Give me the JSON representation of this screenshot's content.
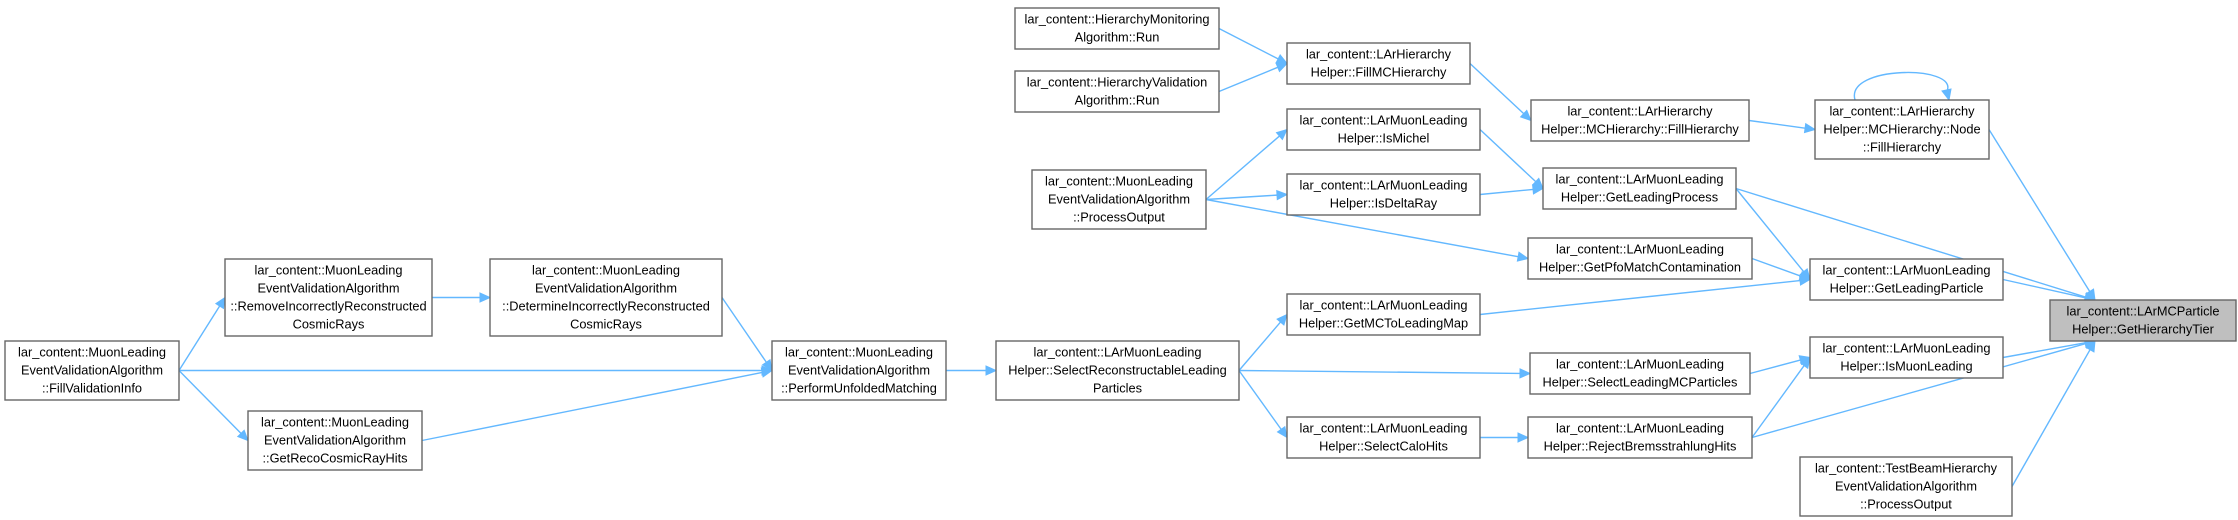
{
  "diagram": {
    "nodes": [
      {
        "id": "target",
        "lines": [
          "lar_content::LArMCParticle",
          "Helper::GetHierarchyTier"
        ],
        "highlight": true
      },
      {
        "id": "fillvalinfo",
        "lines": [
          "lar_content::MuonLeading",
          "EventValidationAlgorithm",
          "::FillValidationInfo"
        ]
      },
      {
        "id": "removeincorrect",
        "lines": [
          "lar_content::MuonLeading",
          "EventValidationAlgorithm",
          "::RemoveIncorrectlyReconstructed",
          "CosmicRays"
        ]
      },
      {
        "id": "getrecocosmic",
        "lines": [
          "lar_content::MuonLeading",
          "EventValidationAlgorithm",
          "::GetRecoCosmicRayHits"
        ]
      },
      {
        "id": "determineincorrect",
        "lines": [
          "lar_content::MuonLeading",
          "EventValidationAlgorithm",
          "::DetermineIncorrectlyReconstructed",
          "CosmicRays"
        ]
      },
      {
        "id": "performunfolded",
        "lines": [
          "lar_content::MuonLeading",
          "EventValidationAlgorithm",
          "::PerformUnfoldedMatching"
        ]
      },
      {
        "id": "selectreconstructable",
        "lines": [
          "lar_content::LArMuonLeading",
          "Helper::SelectReconstructableLeading",
          "Particles"
        ]
      },
      {
        "id": "hiermonrun",
        "lines": [
          "lar_content::HierarchyMonitoring",
          "Algorithm::Run"
        ]
      },
      {
        "id": "hiervalrun",
        "lines": [
          "lar_content::HierarchyValidation",
          "Algorithm::Run"
        ]
      },
      {
        "id": "processoutput",
        "lines": [
          "lar_content::MuonLeading",
          "EventValidationAlgorithm",
          "::ProcessOutput"
        ]
      },
      {
        "id": "getmctoleading",
        "lines": [
          "lar_content::LArMuonLeading",
          "Helper::GetMCToLeadingMap"
        ]
      },
      {
        "id": "selectcalohits",
        "lines": [
          "lar_content::LArMuonLeading",
          "Helper::SelectCaloHits"
        ]
      },
      {
        "id": "fillmchierarchy",
        "lines": [
          "lar_content::LArHierarchy",
          "Helper::FillMCHierarchy"
        ]
      },
      {
        "id": "ismichel",
        "lines": [
          "lar_content::LArMuonLeading",
          "Helper::IsMichel"
        ]
      },
      {
        "id": "isdeltaray",
        "lines": [
          "lar_content::LArMuonLeading",
          "Helper::IsDeltaRay"
        ]
      },
      {
        "id": "mchierfill",
        "lines": [
          "lar_content::LArHierarchy",
          "Helper::MCHierarchy::FillHierarchy"
        ]
      },
      {
        "id": "getleadingprocess",
        "lines": [
          "lar_content::LArMuonLeading",
          "Helper::GetLeadingProcess"
        ]
      },
      {
        "id": "getpfomatch",
        "lines": [
          "lar_content::LArMuonLeading",
          "Helper::GetPfoMatchContamination"
        ]
      },
      {
        "id": "selectleadingmc",
        "lines": [
          "lar_content::LArMuonLeading",
          "Helper::SelectLeadingMCParticles"
        ]
      },
      {
        "id": "rejectbrems",
        "lines": [
          "lar_content::LArMuonLeading",
          "Helper::RejectBremsstrahlungHits"
        ]
      },
      {
        "id": "nodefill",
        "lines": [
          "lar_content::LArHierarchy",
          "Helper::MCHierarchy::Node",
          "::FillHierarchy"
        ]
      },
      {
        "id": "getleadingparticle",
        "lines": [
          "lar_content::LArMuonLeading",
          "Helper::GetLeadingParticle"
        ]
      },
      {
        "id": "ismuonleading",
        "lines": [
          "lar_content::LArMuonLeading",
          "Helper::IsMuonLeading"
        ]
      },
      {
        "id": "testbeamprocess",
        "lines": [
          "lar_content::TestBeamHierarchy",
          "EventValidationAlgorithm",
          "::ProcessOutput"
        ]
      }
    ]
  }
}
